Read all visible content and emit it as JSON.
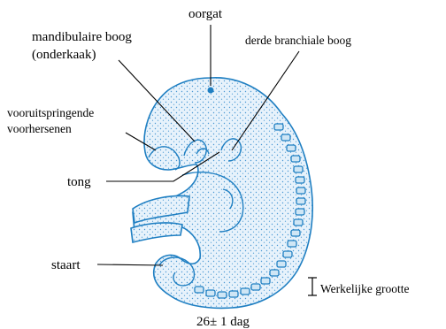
{
  "labels": {
    "oorgat": "oorgat",
    "mandibular_line1": "mandibulaire boog",
    "mandibular_line2": "(onderkaak)",
    "third_arch": "derde branchiale boog",
    "forebrain_line1": "vooruitspringende",
    "forebrain_line2": "voorhersenen",
    "tong": "tong",
    "staart": "staart",
    "scale": "Werkelijke grootte",
    "age": "26± 1 dag"
  },
  "colors": {
    "line": "#1f7fc2",
    "fill": "#dcecf8",
    "stipple": "#3b8fcf"
  }
}
